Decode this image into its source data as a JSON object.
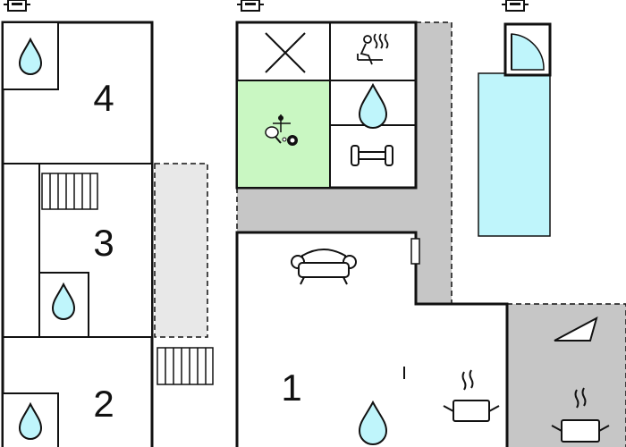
{
  "rooms": [
    {
      "id": "room-4",
      "label": "4"
    },
    {
      "id": "room-3",
      "label": "3"
    },
    {
      "id": "room-2",
      "label": "2"
    },
    {
      "id": "room-1",
      "label": "1"
    }
  ],
  "colors": {
    "wall": "#111111",
    "pool_water": "#bff5fb",
    "terrace_gray": "#c6c6c6",
    "light_gray": "#e8e8e8",
    "activity_room": "#c9f7c2",
    "water_drop": "#bff5fb",
    "window_quarter": "#bff5fb"
  },
  "icons": [
    "camera-icon",
    "water-drop-icon",
    "stairs-icon",
    "sauna-icon",
    "table-tennis-billiards-icon",
    "dumbbell-icon",
    "sofa-icon",
    "cooking-pot-icon",
    "x-cross-icon",
    "triangle-icon",
    "door-arc-icon"
  ]
}
